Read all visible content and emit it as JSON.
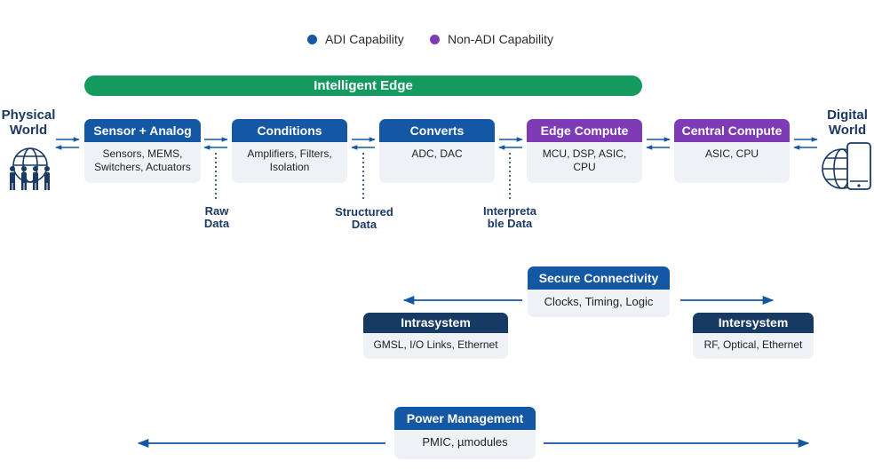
{
  "legend": {
    "adi": {
      "label": "ADI Capability",
      "color": "#1457a3"
    },
    "non_adi": {
      "label": "Non-ADI Capability",
      "color": "#7e3bb5"
    }
  },
  "intelligent_edge": "Intelligent Edge",
  "worlds": {
    "physical": {
      "line1": "Physical",
      "line2": "World",
      "icon": "people-globe-icon"
    },
    "digital": {
      "line1": "Digital",
      "line2": "World",
      "icon": "globe-phone-icon"
    }
  },
  "chain": [
    {
      "title": "Sensor + Analog",
      "lines": [
        "Sensors, MEMS,",
        "Switchers, Actuators"
      ],
      "kind": "adi"
    },
    {
      "title": "Conditions",
      "lines": [
        "Amplifiers, Filters,",
        "Isolation"
      ],
      "kind": "adi"
    },
    {
      "title": "Converts",
      "lines": [
        "ADC, DAC"
      ],
      "kind": "adi"
    },
    {
      "title": "Edge Compute",
      "lines": [
        "MCU, DSP, ASIC,",
        "CPU"
      ],
      "kind": "mixed"
    },
    {
      "title": "Central Compute",
      "lines": [
        "ASIC, CPU"
      ],
      "kind": "mixed"
    }
  ],
  "data_labels": [
    {
      "line1": "Raw",
      "line2": "Data"
    },
    {
      "line1": "Structured",
      "line2": "Data"
    },
    {
      "line1": "Interpreta",
      "line2": "ble Data"
    }
  ],
  "connectivity": {
    "secure": {
      "title": "Secure Connectivity",
      "body": "Clocks, Timing, Logic"
    },
    "intrasystem": {
      "title": "Intrasystem",
      "body": "GMSL, I/O Links, Ethernet"
    },
    "intersystem": {
      "title": "Intersystem",
      "body": "RF, Optical, Ethernet"
    }
  },
  "power": {
    "title": "Power Management",
    "body": "PMIC, µmodules"
  }
}
